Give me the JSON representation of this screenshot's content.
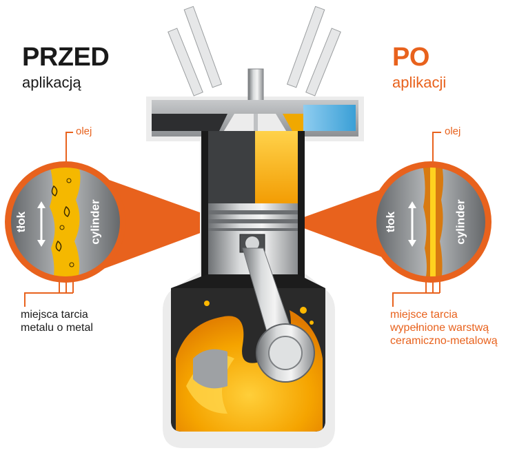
{
  "before": {
    "title": "PRZED",
    "subtitle": "aplikacją",
    "oil_label": "olej",
    "piston_label": "tłok",
    "cylinder_label": "cylinder",
    "note_line1": "miejsca tarcia",
    "note_line2": "metalu o metal"
  },
  "after": {
    "title": "PO",
    "subtitle": "aplikacji",
    "oil_label": "olej",
    "piston_label": "tłok",
    "cylinder_label": "cylinder",
    "note_line1": "miejsce tarcia",
    "note_line2": "wypełnione warstwą",
    "note_line3": "ceramiczno-metalową"
  },
  "colors": {
    "accent_orange": "#e8621d",
    "dark_text": "#1a1a1a",
    "oil_yellow": "#f5b800",
    "metal_grey": "#8a8d90",
    "engine_black": "#111111",
    "coolant_blue": "#5ab4e0"
  }
}
